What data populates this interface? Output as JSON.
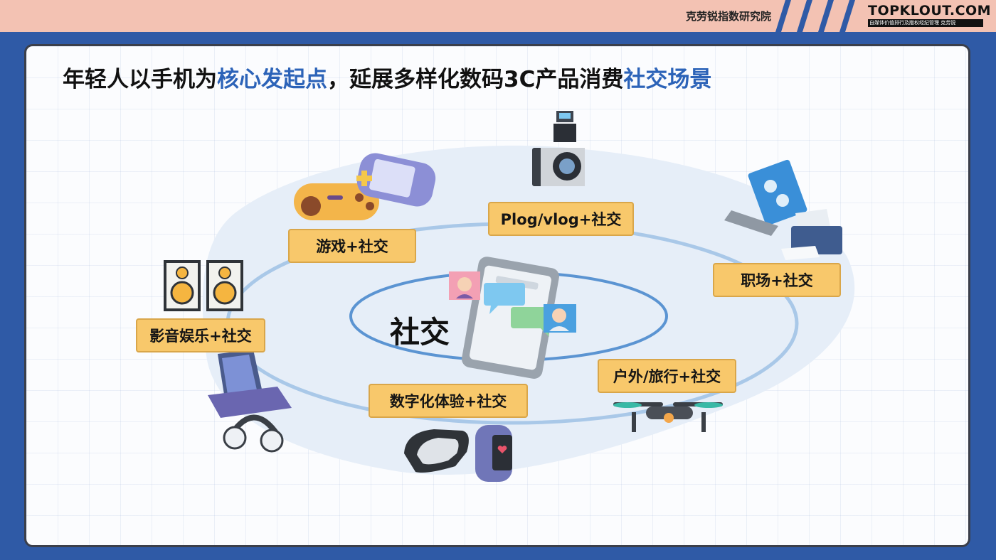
{
  "header": {
    "institute": "克劳锐指数研究院",
    "brand": "TOPKLOUT.COM",
    "brand_tagline": "自媒体价值排行及版权经纪管理 克劳锐"
  },
  "title": {
    "part1": "年轻人以手机为",
    "highlight1": "核心发起点",
    "part2": "，延展多样化数码3C产品消费",
    "highlight2": "社交场景"
  },
  "diagram": {
    "center": "社交",
    "labels": {
      "game": "游戏+社交",
      "plog": "Plog/vlog+社交",
      "work": "职场+社交",
      "av": "影音娱乐+社交",
      "outdoor": "户外/旅行+社交",
      "digital": "数字化体验+社交"
    }
  },
  "colors": {
    "header_bg": "#f3c2b3",
    "frame_blue": "#2f5aa6",
    "accent_blue": "#2c63b8",
    "label_fill": "#f8c86b",
    "ring_blue": "#a9c8e8"
  },
  "icons": [
    "gamepad-icon",
    "handheld-console-icon",
    "camera-icon",
    "computer-icon",
    "printer-icon",
    "speakers-icon",
    "tablet-icon",
    "headphones-icon",
    "vr-headset-icon",
    "smartband-icon",
    "drone-icon",
    "smartphone-icon"
  ]
}
